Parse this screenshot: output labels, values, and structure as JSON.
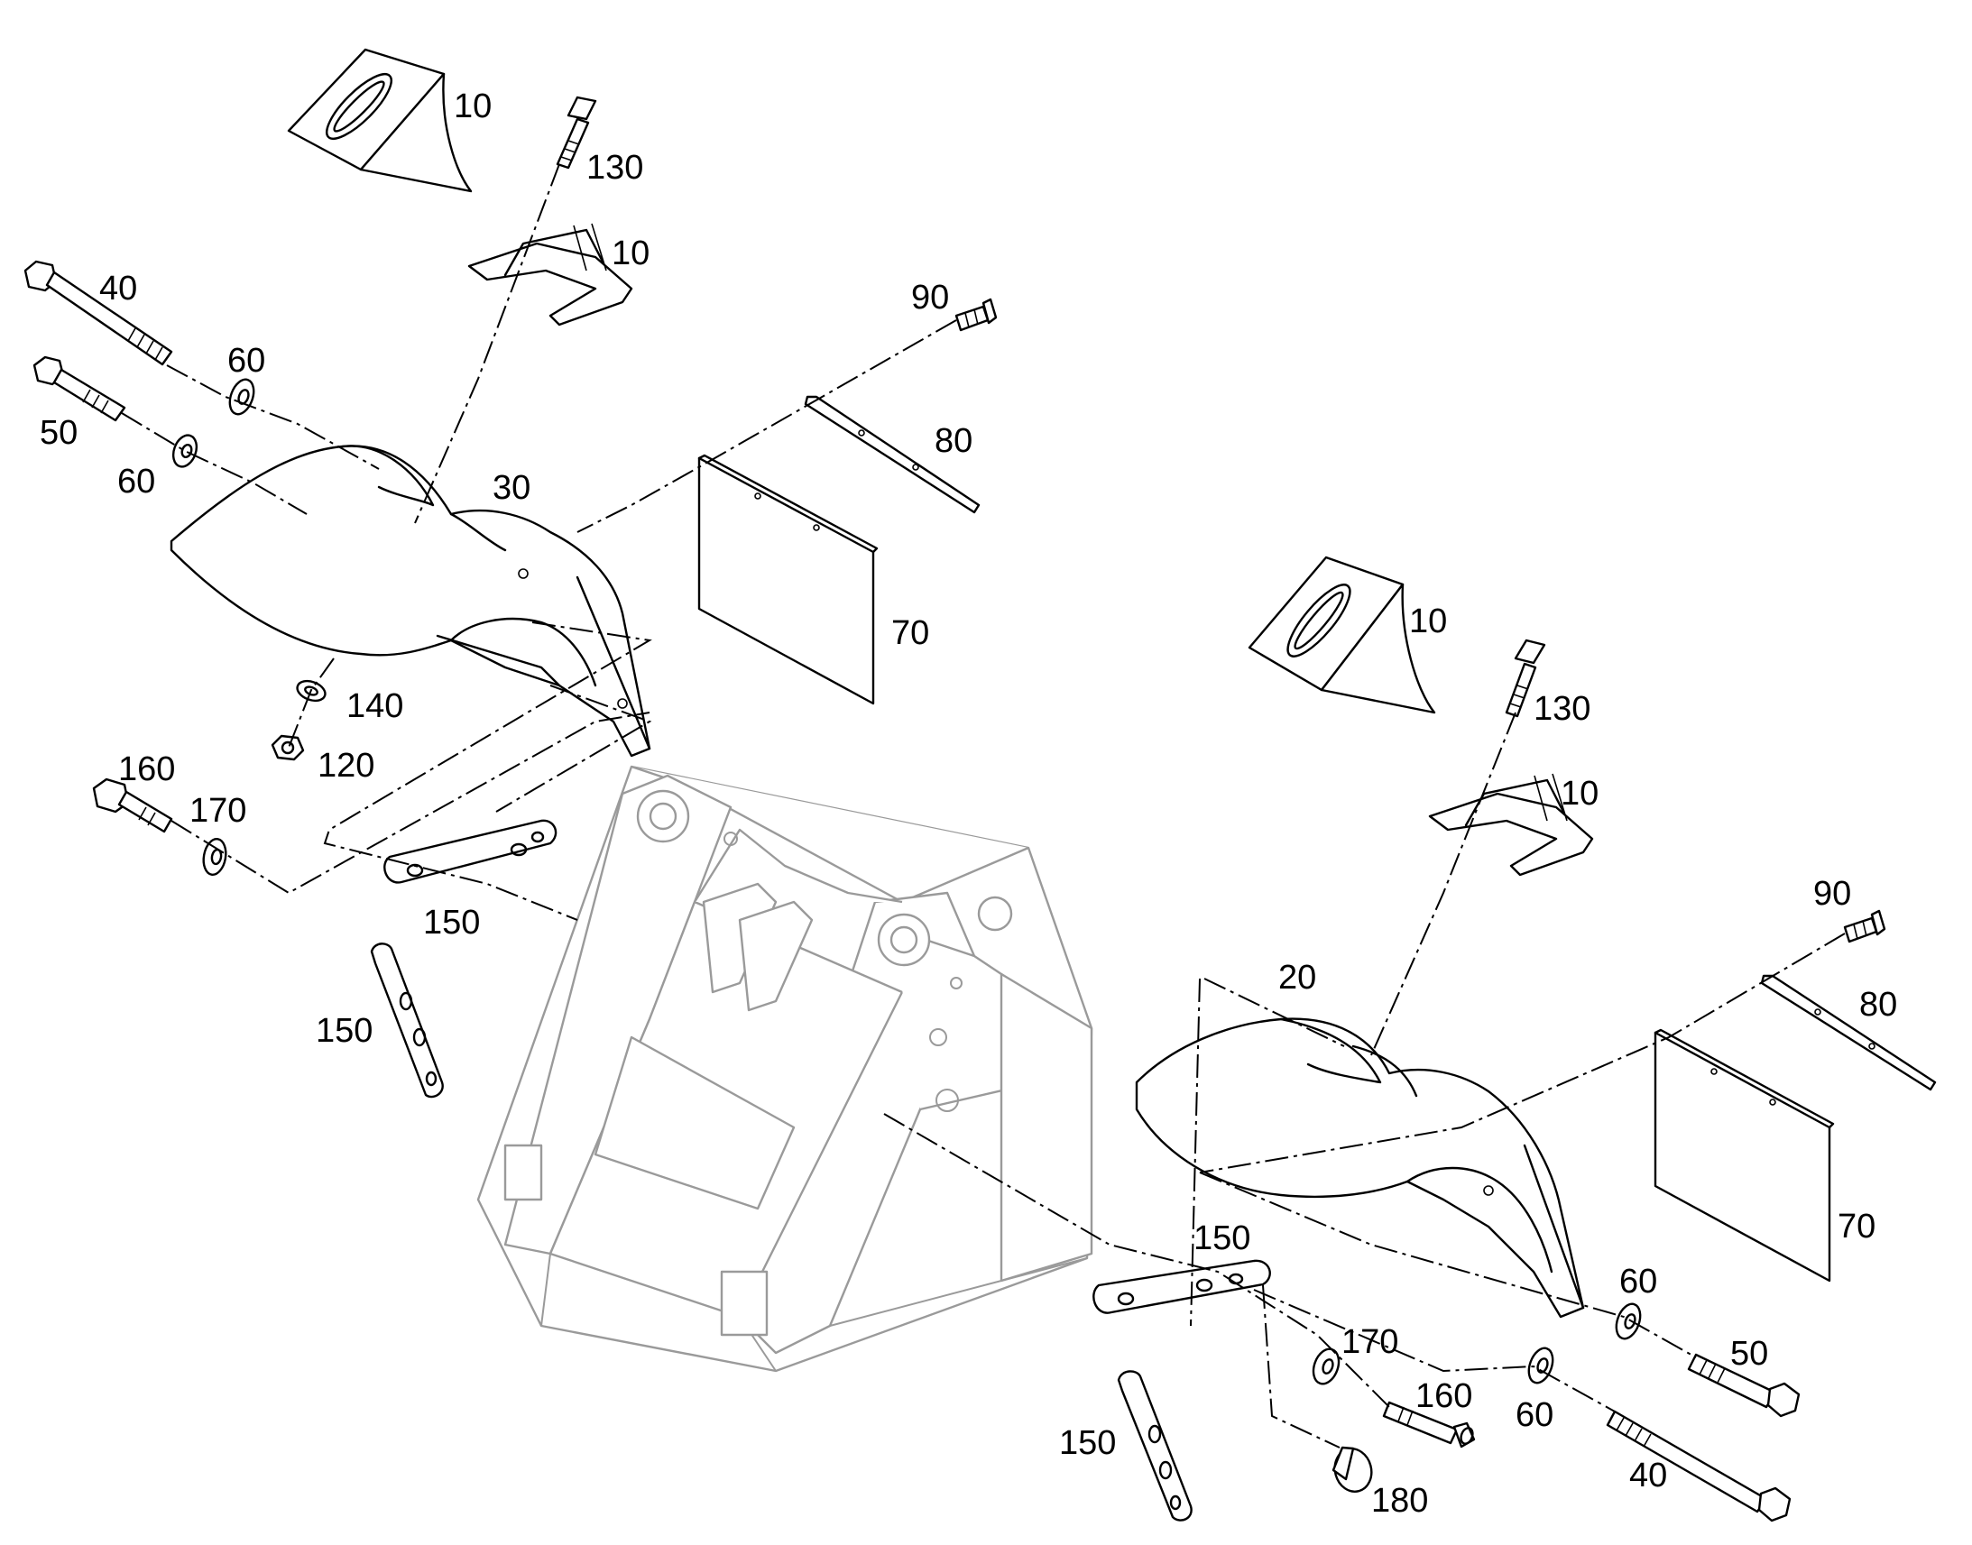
{
  "diagram": {
    "callouts": [
      "10",
      "130",
      "10",
      "40",
      "60",
      "90",
      "50",
      "80",
      "60",
      "30",
      "70",
      "10",
      "140",
      "130",
      "120",
      "160",
      "170",
      "10",
      "150",
      "90",
      "150",
      "20",
      "80",
      "150",
      "70",
      "60",
      "170",
      "50",
      "160",
      "60",
      "150",
      "180",
      "40"
    ]
  }
}
